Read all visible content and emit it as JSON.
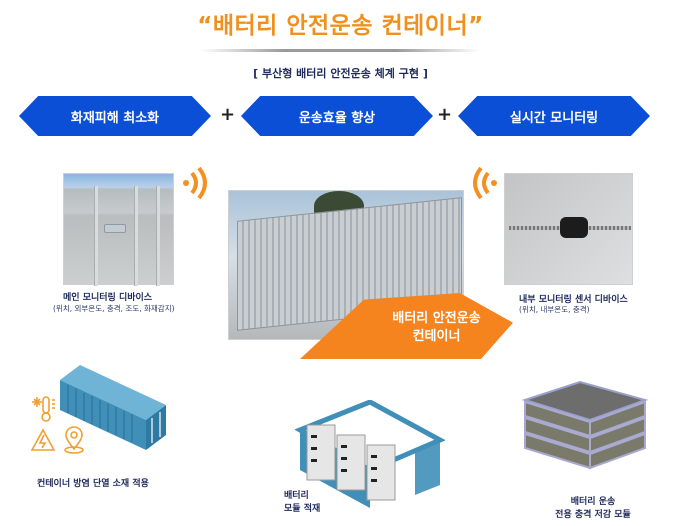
{
  "header": {
    "title": "“배터리 안전운송 컨테이너”",
    "subtitle": "[ 부산형 배터리 안전운송 체계 구현 ]"
  },
  "goals": [
    {
      "label": "화재피해 최소화"
    },
    {
      "label": "운송효율 향상"
    },
    {
      "label": "실시간 모니터링"
    }
  ],
  "connector_symbol": "+",
  "devices": {
    "main": {
      "title": "메인 모니터링 디바이스",
      "detail": "(위치, 외부온도, 충격, 조도, 화재감지)"
    },
    "internal": {
      "title": "내부 모니터링 센서 디바이스",
      "detail": "(위치, 내부온도, 충격)"
    }
  },
  "center_banner": {
    "line1": "배터리 안전운송",
    "line2": "컨테이너"
  },
  "features": [
    {
      "label": "컨테이너  방염 단열 소재 적용",
      "icons": [
        "thermometer-icon",
        "warning-electric-icon",
        "location-pin-icon"
      ]
    },
    {
      "line1": "배터리",
      "line2": "모듈 적재"
    },
    {
      "line1": "배터리 운송",
      "line2": "전용 충격 저감 모듈"
    }
  ],
  "colors": {
    "title_orange": "#f0901e",
    "chevron_blue": "#0b4fd6",
    "banner_orange": "#f5841f",
    "text_navy": "#1f2a5c",
    "container_blue": "#3f8fb8"
  }
}
